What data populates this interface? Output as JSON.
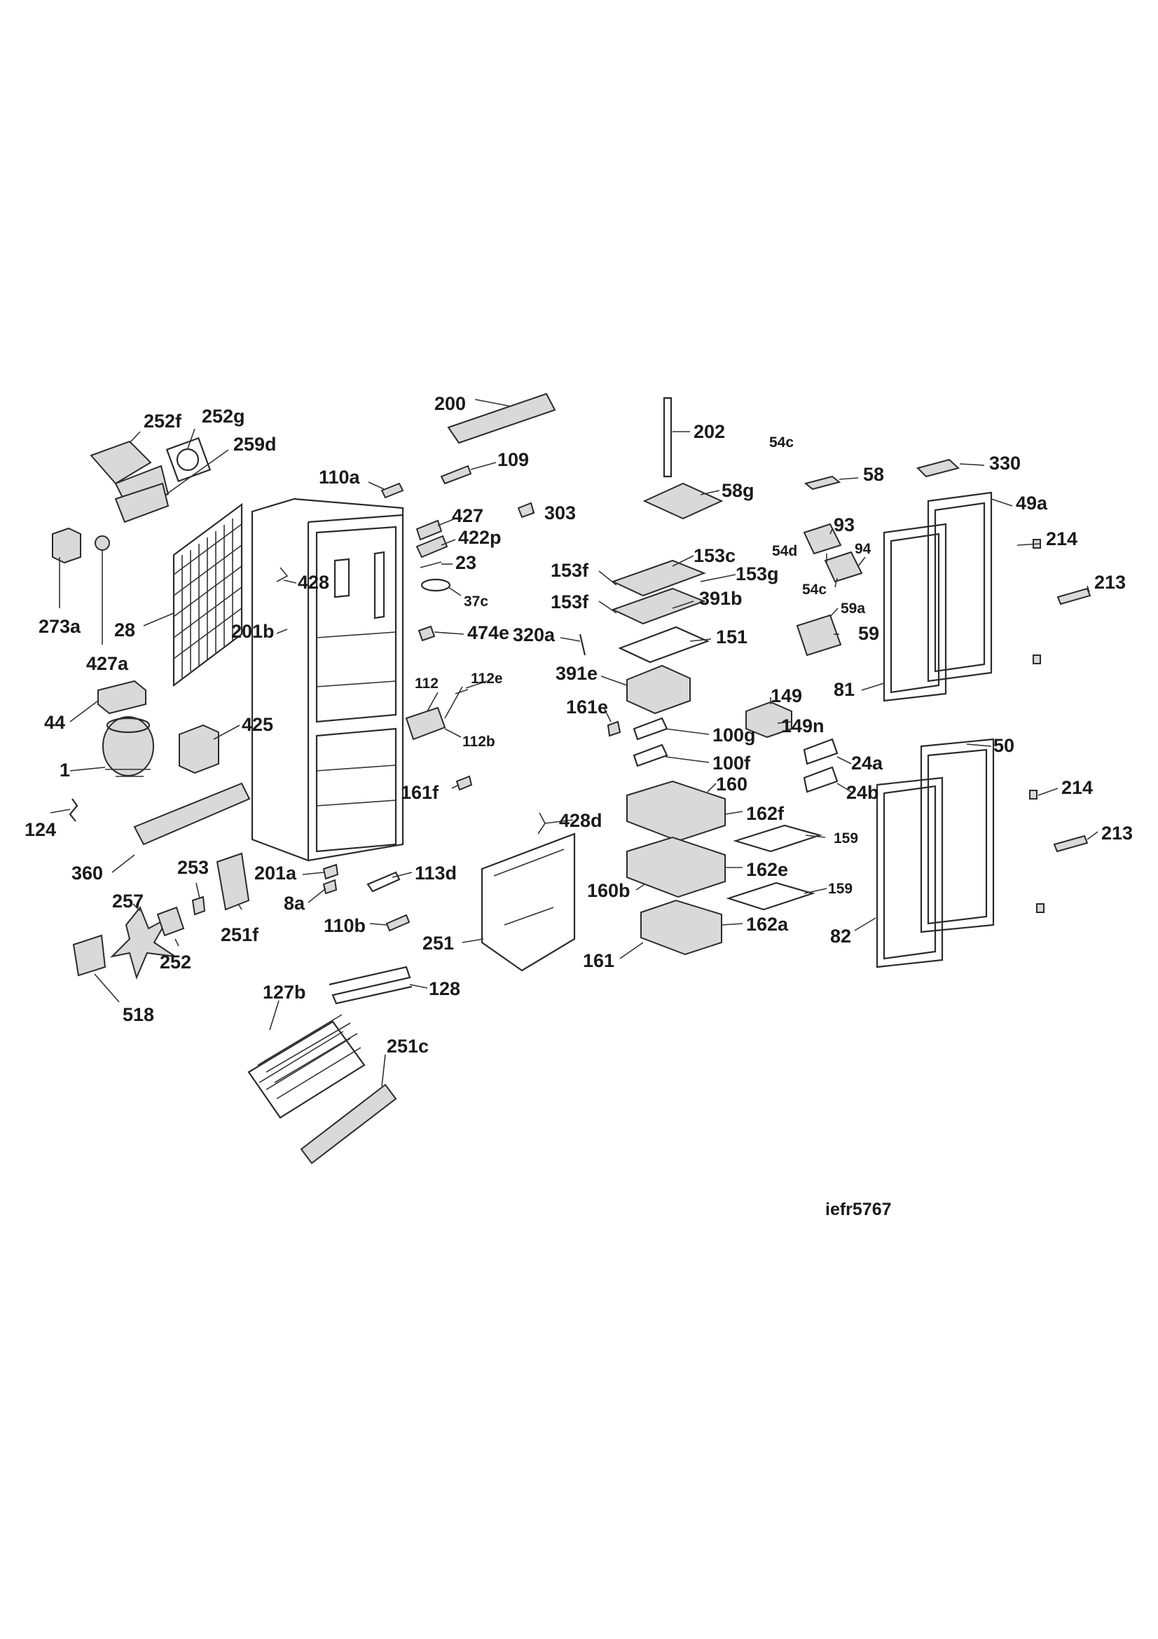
{
  "document_code": "iefr5767",
  "callouts": [
    {
      "id": "252f",
      "t": "252f"
    },
    {
      "id": "252g",
      "t": "252g"
    },
    {
      "id": "259d",
      "t": "259d"
    },
    {
      "id": "200",
      "t": "200"
    },
    {
      "id": "202",
      "t": "202"
    },
    {
      "id": "54c_top",
      "t": "54c"
    },
    {
      "id": "109",
      "t": "109"
    },
    {
      "id": "110a",
      "t": "110a"
    },
    {
      "id": "58",
      "t": "58"
    },
    {
      "id": "330",
      "t": "330"
    },
    {
      "id": "58g",
      "t": "58g"
    },
    {
      "id": "427",
      "t": "427"
    },
    {
      "id": "303",
      "t": "303"
    },
    {
      "id": "49a",
      "t": "49a"
    },
    {
      "id": "273a",
      "t": "273a"
    },
    {
      "id": "427a",
      "t": "427a"
    },
    {
      "id": "28",
      "t": "28"
    },
    {
      "id": "93",
      "t": "93"
    },
    {
      "id": "422p",
      "t": "422p"
    },
    {
      "id": "54d",
      "t": "54d"
    },
    {
      "id": "94",
      "t": "94"
    },
    {
      "id": "214_a",
      "t": "214"
    },
    {
      "id": "153f_a",
      "t": "153f"
    },
    {
      "id": "153c",
      "t": "153c"
    },
    {
      "id": "153g",
      "t": "153g"
    },
    {
      "id": "23",
      "t": "23"
    },
    {
      "id": "428",
      "t": "428"
    },
    {
      "id": "54c_b",
      "t": "54c"
    },
    {
      "id": "213_a",
      "t": "213"
    },
    {
      "id": "37c",
      "t": "37c"
    },
    {
      "id": "153f_b",
      "t": "153f"
    },
    {
      "id": "391b",
      "t": "391b"
    },
    {
      "id": "59a",
      "t": "59a"
    },
    {
      "id": "201b",
      "t": "201b"
    },
    {
      "id": "474e",
      "t": "474e"
    },
    {
      "id": "320a",
      "t": "320a"
    },
    {
      "id": "151",
      "t": "151"
    },
    {
      "id": "59",
      "t": "59"
    },
    {
      "id": "112",
      "t": "112"
    },
    {
      "id": "112e",
      "t": "112e"
    },
    {
      "id": "391e",
      "t": "391e"
    },
    {
      "id": "81",
      "t": "81"
    },
    {
      "id": "44",
      "t": "44"
    },
    {
      "id": "149",
      "t": "149"
    },
    {
      "id": "161e",
      "t": "161e"
    },
    {
      "id": "425",
      "t": "425"
    },
    {
      "id": "100g",
      "t": "100g"
    },
    {
      "id": "149n",
      "t": "149n"
    },
    {
      "id": "112b",
      "t": "112b"
    },
    {
      "id": "50",
      "t": "50"
    },
    {
      "id": "1",
      "t": "1"
    },
    {
      "id": "100f",
      "t": "100f"
    },
    {
      "id": "24a",
      "t": "24a"
    },
    {
      "id": "160",
      "t": "160"
    },
    {
      "id": "214_b",
      "t": "214"
    },
    {
      "id": "161f",
      "t": "161f"
    },
    {
      "id": "24b",
      "t": "24b"
    },
    {
      "id": "162f",
      "t": "162f"
    },
    {
      "id": "124",
      "t": "124"
    },
    {
      "id": "428d",
      "t": "428d"
    },
    {
      "id": "213_b",
      "t": "213"
    },
    {
      "id": "159_a",
      "t": "159"
    },
    {
      "id": "253",
      "t": "253"
    },
    {
      "id": "360",
      "t": "360"
    },
    {
      "id": "201a",
      "t": "201a"
    },
    {
      "id": "113d",
      "t": "113d"
    },
    {
      "id": "162e",
      "t": "162e"
    },
    {
      "id": "257",
      "t": "257"
    },
    {
      "id": "8a",
      "t": "8a"
    },
    {
      "id": "160b",
      "t": "160b"
    },
    {
      "id": "159_b",
      "t": "159"
    },
    {
      "id": "251f",
      "t": "251f"
    },
    {
      "id": "162a",
      "t": "162a"
    },
    {
      "id": "110b",
      "t": "110b"
    },
    {
      "id": "82",
      "t": "82"
    },
    {
      "id": "252",
      "t": "252"
    },
    {
      "id": "251",
      "t": "251"
    },
    {
      "id": "161",
      "t": "161"
    },
    {
      "id": "518",
      "t": "518"
    },
    {
      "id": "127b",
      "t": "127b"
    },
    {
      "id": "128",
      "t": "128"
    },
    {
      "id": "251c",
      "t": "251c"
    }
  ]
}
